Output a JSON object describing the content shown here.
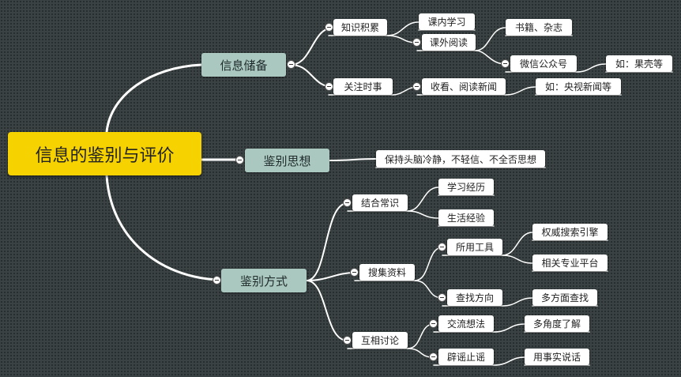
{
  "root": {
    "label": "信息的鉴别与评价"
  },
  "branches": {
    "storage": {
      "label": "信息储备",
      "knowledge": {
        "label": "知识积累",
        "in_class": "课内学习",
        "extra": {
          "label": "课外阅读",
          "books": "书籍、杂志",
          "wechat": {
            "label": "微信公众号",
            "example": "如：果壳等"
          }
        }
      },
      "news": {
        "label": "关注时事",
        "watch": {
          "label": "收看、阅读新闻",
          "example": "如：央视新闻等"
        }
      }
    },
    "mindset": {
      "label": "鉴别思想",
      "calm": "保持头脑冷静，不轻信、不全否思想"
    },
    "methods": {
      "label": "鉴别方式",
      "common": {
        "label": "结合常识",
        "study": "学习经历",
        "life": "生活经验"
      },
      "search": {
        "label": "搜集资料",
        "tools": {
          "label": "所用工具",
          "engine": "权威搜索引擎",
          "platform": "相关专业平台"
        },
        "direction": {
          "label": "查找方向",
          "multi": "多方面查找"
        }
      },
      "discuss": {
        "label": "互相讨论",
        "exchange": {
          "label": "交流想法",
          "angles": "多角度了解"
        },
        "refute": {
          "label": "辟谣止谣",
          "facts": "用事实说话"
        }
      }
    }
  },
  "colors": {
    "background": "#3a4244",
    "root": "#f5d200",
    "main_topic": "#aac8c0",
    "subtopic": "#ffffff",
    "line": "#ffffff"
  }
}
